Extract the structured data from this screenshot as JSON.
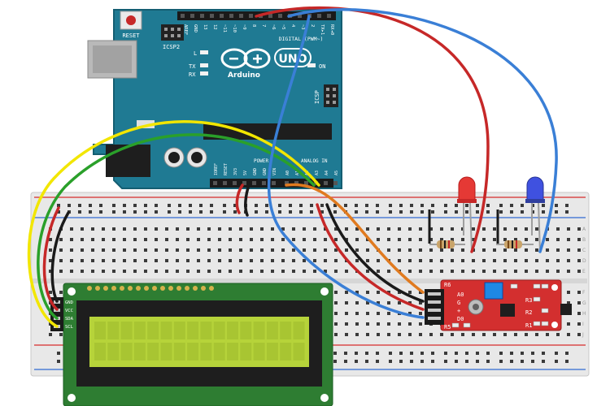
{
  "colors": {
    "arduino_board": "#1f7a93",
    "arduino_dark": "#145e72",
    "breadboard": "#e8e8e8",
    "breadboard_rail_red": "#d94b4b",
    "breadboard_rail_blue": "#4f7fd6",
    "lcd_pcb": "#2e7d32",
    "lcd_screen": "#b6d33a",
    "sensor_pcb": "#d32f2f",
    "wire_red": "#c62828",
    "wire_blue": "#3a7fd6",
    "wire_yellow": "#f2e600",
    "wire_green": "#2aa02a",
    "wire_black": "#1a1a1a",
    "wire_orange": "#e07a1f",
    "led_red": "#e53935",
    "led_blue": "#3f51e0",
    "resistor": "#c9a46a"
  },
  "arduino": {
    "reset_label": "RESET",
    "icsp2_label": "ICSP2",
    "brand": "Arduino",
    "model": "UNO",
    "digital_label": "DIGITAL (PWM~)",
    "tx_label": "TX",
    "rx_label": "RX",
    "l_label": "L",
    "on_label": "ON",
    "icsp_label": "ICSP",
    "power_label": "POWER",
    "analog_label": "ANALOG IN",
    "digital_pins": [
      "AREF",
      "GND",
      "13",
      "12",
      "~11",
      "~10",
      "~9",
      "8",
      "7",
      "~6",
      "~5",
      "4",
      "~3",
      "2",
      "TX▸1",
      "RX◂0"
    ],
    "power_pins": [
      "IOREF",
      "RESET",
      "3V3",
      "5V",
      "GND",
      "GND",
      "VIN"
    ],
    "analog_pins": [
      "A0",
      "A1",
      "A2",
      "A3",
      "A4",
      "A5"
    ]
  },
  "lcd": {
    "pins": [
      "GND",
      "VCC",
      "SDA",
      "SCL"
    ]
  },
  "sensor": {
    "pins_left": [
      "A0",
      "G",
      "+",
      "D0"
    ],
    "labels": [
      "R6",
      "R5",
      "R3",
      "R2",
      "R1"
    ]
  },
  "breadboard": {
    "row_letters": [
      "A",
      "B",
      "C",
      "D",
      "E",
      "F",
      "G",
      "H",
      "I",
      "J"
    ]
  }
}
